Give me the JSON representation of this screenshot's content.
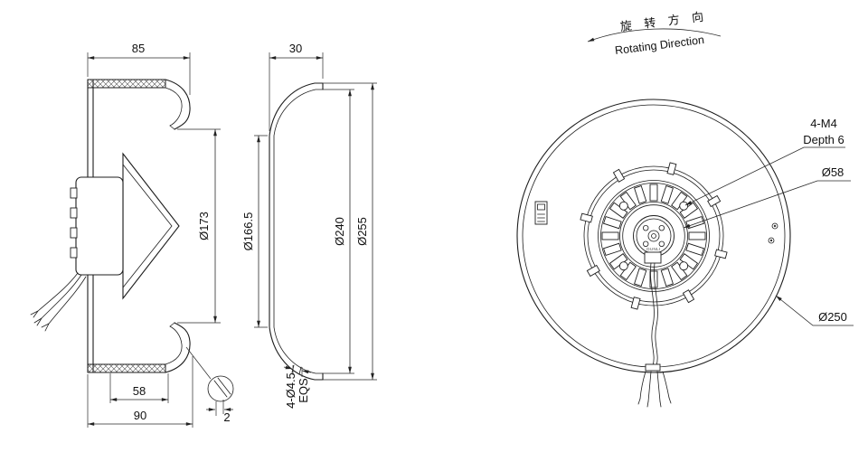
{
  "side_view": {
    "dim_85": "85",
    "dim_173": "Ø173",
    "dim_58": "58",
    "dim_90": "90",
    "dim_2": "2"
  },
  "ring_view": {
    "dim_30": "30",
    "dim_166_5": "Ø166.5",
    "dim_240": "Ø240",
    "dim_255": "Ø255",
    "holes_line1": "4-Ø4.5",
    "holes_line2": "EQS"
  },
  "front_view": {
    "rotation_cn": "旋 转 方 向",
    "rotation_en": "Rotating Direction",
    "label_m4_line1": "4-M4",
    "label_m4_line2": "Depth 6",
    "label_d58": "Ø58",
    "label_d250": "Ø250",
    "hub_brand": "DUNLI"
  }
}
